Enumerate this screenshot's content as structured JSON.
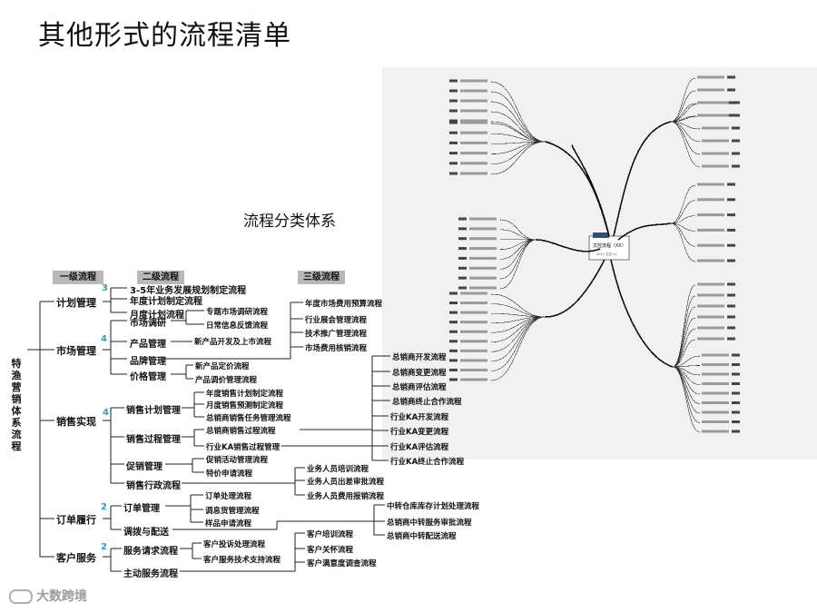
{
  "title": "其他形式的流程清单",
  "subtitle": "流程分类体系",
  "headers": {
    "level1": "一级流程",
    "level2": "二级流程",
    "level3": "三级流程"
  },
  "root": "特渔营销体系流程",
  "level1": [
    {
      "label": "计划管理",
      "count": "3"
    },
    {
      "label": "市场管理",
      "count": "4"
    },
    {
      "label": "销售实现",
      "count": "4"
    },
    {
      "label": "订单履行",
      "count": "2"
    },
    {
      "label": "客户服务",
      "count": "2"
    }
  ],
  "plan": [
    "3-5年业务发展规划制定流程",
    "年度计划制定流程",
    "月度计划流程"
  ],
  "market": {
    "research": "市场调研",
    "research_items": [
      "专题市场调研流程",
      "日常信息反馈流程"
    ],
    "product": "产品管理",
    "product_item": "新产品开发及上市流程",
    "brand": "品牌管理",
    "price": "价格管理",
    "price_items": [
      "新产品定价流程",
      "产品调价管理流程"
    ],
    "brand_l3": [
      "年度市场费用预算流程",
      "行业展会管理流程",
      "技术推广管理流程",
      "市场费用核销流程"
    ]
  },
  "sales": {
    "plan": "销售计划管理",
    "plan_items": [
      "年度销售计划制定流程",
      "月度销售预测制定流程",
      "总销商销售任务管理流程"
    ],
    "process": "销售过程管理",
    "process_items": [
      "总销商销售过程流程",
      "行业KA销售过程管理"
    ],
    "dealer_l3": [
      "总销商开发流程",
      "总销商变更流程",
      "总销商评估流程",
      "总销商终止合作流程"
    ],
    "ka_l3": [
      "行业KA开发流程",
      "行业KA变更流程",
      "行业KA评估流程",
      "行业KA终止合作流程"
    ],
    "promo": "促销管理",
    "promo_items": [
      "促销活动管理流程",
      "特价申请流程"
    ],
    "admin": "销售行政流程",
    "admin_l3": [
      "业务人员培训流程",
      "业务人员出差审批流程",
      "业务人员费用报销流程"
    ]
  },
  "order": {
    "mgmt": "订单管理",
    "mgmt_items": [
      "订单处理流程",
      "调息货管理流程",
      "样品申请流程"
    ],
    "dispatch": "调拨与配送",
    "dispatch_l3": [
      "中转仓库库存计划处理流程",
      "总销商中转服务审批流程",
      "总销商中转配送流程"
    ]
  },
  "service": {
    "request": "服务请求流程",
    "request_items": [
      "客户投诉处理流程",
      "客户服务技术支持流程"
    ],
    "active": "主动服务流程",
    "l3": [
      "客户培训流程",
      "客户关怀流程",
      "客户满意度调查流程"
    ]
  },
  "mindmap": {
    "center": "文控流程（ⅩⅩ）",
    "center_sub": "2011 文控 V1"
  },
  "brand": "大数跨境"
}
